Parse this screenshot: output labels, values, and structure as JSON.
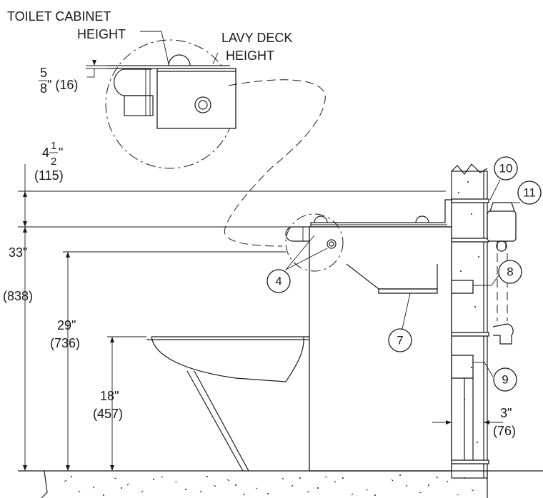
{
  "callouts": {
    "toilet_cabinet_height_1": "TOILET CABINET",
    "toilet_cabinet_height_2": "HEIGHT",
    "lavy_deck_height_1": "LAVY DECK",
    "lavy_deck_height_2": "HEIGHT",
    "offset_num": "5",
    "offset_den": "8",
    "offset_rest": "\" (16)"
  },
  "dimensions": {
    "deck_thickness_whole": "4",
    "deck_thickness_num": "1",
    "deck_thickness_den": "2",
    "deck_thickness_in_mark": "\"",
    "deck_thickness_mm": "(115)",
    "deck_height_in": "33\"",
    "deck_height_mm": "(838)",
    "cabinet_height_in": "29\"",
    "cabinet_height_mm": "(736)",
    "seat_height_in": "18\"",
    "seat_height_mm": "(457)",
    "wall_offset_in": "3\"",
    "wall_offset_mm": "(76)"
  },
  "item_numbers": [
    "4",
    "7",
    "8",
    "9",
    "10",
    "11"
  ]
}
